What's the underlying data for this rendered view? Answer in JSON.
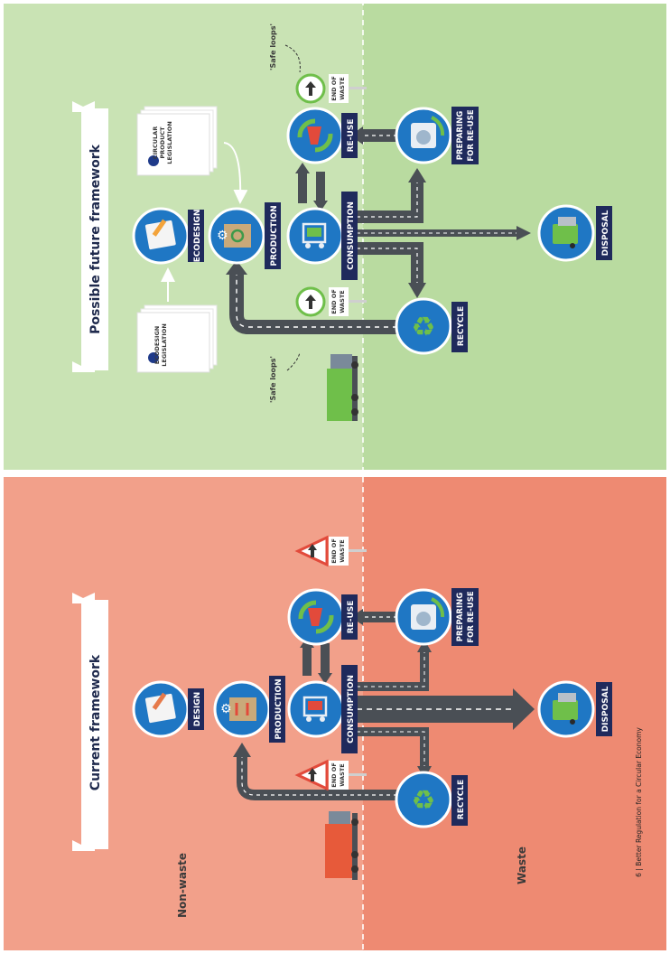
{
  "frameworks": {
    "current": {
      "title": "Current framework",
      "nodes": {
        "design": "DESIGN",
        "production": "PRODUCTION",
        "consumption": "CONSUMPTION",
        "reuse": "RE-USE",
        "preparing": "PREPARING FOR RE-USE",
        "recycle": "RECYCLE",
        "disposal": "DISPOSAL"
      },
      "end_of_waste": "END OF WASTE",
      "regions": {
        "nonwaste": "Non-waste",
        "waste": "Waste"
      }
    },
    "future": {
      "title": "Possible future framework",
      "nodes": {
        "ecodesign": "ECODESIGN",
        "production": "PRODUCTION",
        "consumption": "CONSUMPTION",
        "reuse": "RE-USE",
        "preparing": "PREPARING FOR RE-USE",
        "recycle": "RECYCLE",
        "disposal": "DISPOSAL"
      },
      "end_of_waste": "END OF WASTE",
      "safe_loops": "'Safe loops'",
      "documents": {
        "ecodesign_legislation": "ECODESIGN LEGISLATION",
        "circular_product_legislation": "CIRCULAR PRODUCT LEGISLATION"
      }
    }
  },
  "footer": "6 | Better Regulation for a Circular Economy",
  "colors": {
    "current_bg_top": "#f2a08a",
    "current_bg_bottom": "#ee8a72",
    "future_bg_top": "#c9e3b4",
    "future_bg_bottom": "#b9dba0",
    "node_blue": "#1f77c4",
    "label_navy": "#1f2a5c",
    "road": "#4a4f55"
  }
}
